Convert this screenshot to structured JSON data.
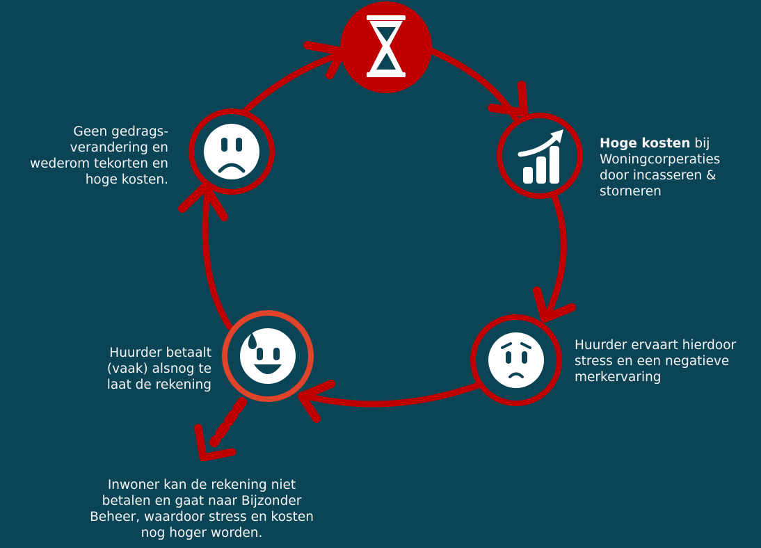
{
  "colors": {
    "background": "#0b4455",
    "cycle_red": "#c00000",
    "accent_orange_red": "#e0442b",
    "icon_fill": "#f2f2f2"
  },
  "nodes": {
    "top": {
      "icon": "hourglass-icon"
    },
    "right_top": {
      "icon": "rising-chart-icon",
      "text_bold": "Hoge kosten",
      "text_rest": " bij",
      "lines": [
        "Woningcorperaties",
        "door incasseren &",
        "storneren"
      ]
    },
    "right_bottom": {
      "icon": "worried-face-icon",
      "lines": [
        "Huurder ervaart hierdoor",
        "stress en een negatieve",
        "merkervaring"
      ]
    },
    "left_bottom": {
      "icon": "sweat-smile-face-icon",
      "lines": [
        "Huurder betaalt",
        "(vaak) alsnog te",
        "laat de rekening"
      ]
    },
    "left_top": {
      "icon": "sad-face-icon",
      "lines": [
        "Geen gedrags-",
        "verandering en",
        "wederom tekorten en",
        "hoge kosten."
      ]
    }
  },
  "exit": {
    "lines": [
      "Inwoner kan de rekening niet",
      "betalen en gaat naar Bijzonder",
      "Beheer, waardoor stress en kosten",
      "nog hoger worden."
    ]
  }
}
